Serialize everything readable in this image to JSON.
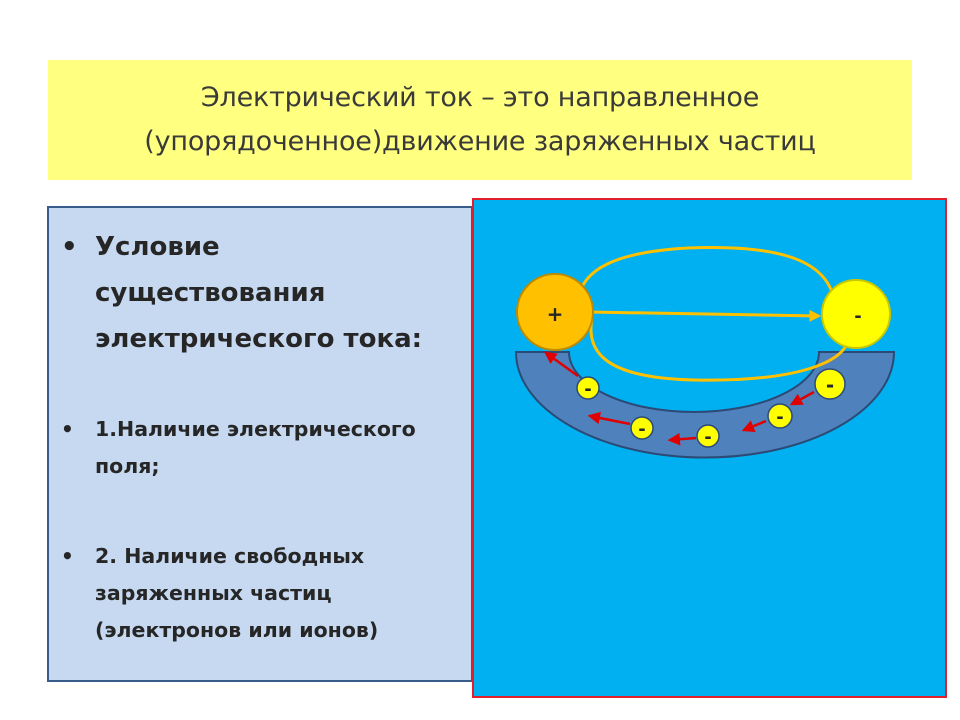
{
  "title": {
    "line1": "Электрический ток – это направленное",
    "line2": "(упорядоченное)движение заряженных частиц"
  },
  "bullets": {
    "marker": "•",
    "item1": {
      "lines": [
        "Условие",
        "существования",
        "электрического тока:"
      ]
    },
    "item2": {
      "lines": [
        "1.Наличие электрического",
        "поля;"
      ]
    },
    "item3": {
      "lines": [
        "2. Наличие свободных",
        "заряженных частиц",
        "(электронов или ионов)"
      ]
    }
  },
  "diagram": {
    "positive_sign": "+",
    "negative_sign": "-",
    "electron_sign": "-",
    "colors": {
      "panel_bg": "#00b0f0",
      "panel_border": "#e0202a",
      "conductor": "#4f81bd",
      "conductor_border": "#2b4a75",
      "field_lines": "#ffc000",
      "electron": "#ffff00",
      "positive_pole": "#ffc000",
      "negative_pole": "#ffff00",
      "arrows": "#e00000"
    }
  }
}
